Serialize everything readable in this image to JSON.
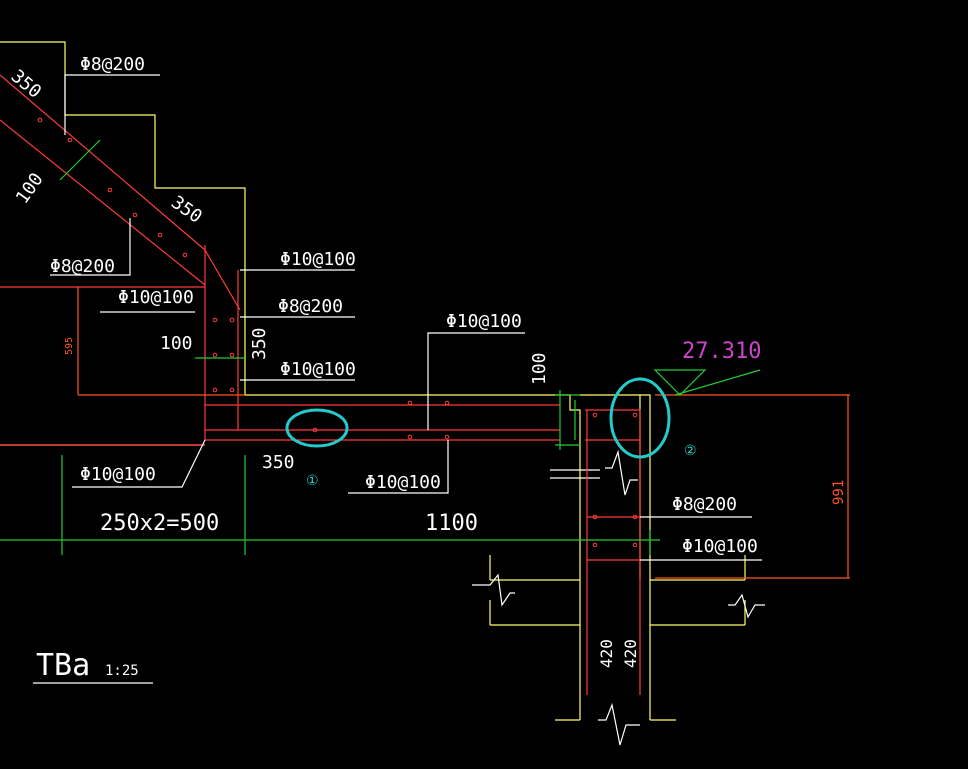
{
  "colors": {
    "background": "#000000",
    "outline": "#ffff66",
    "rebar": "#ff3b3b",
    "dimension": "#22cc33",
    "leader": "#ffffff",
    "label": "#ffffff",
    "elevation": "#cc44cc",
    "highlight": "#22cccc",
    "dim_orange": "#ff5522"
  },
  "labels": {
    "rebar_top_left": "Φ8@200",
    "dim_350_top": "350",
    "dim_100_left": "100",
    "dim_350_slope": "350",
    "rebar_mid_left": "Φ8@200",
    "rebar_a": "Φ10@100",
    "rebar_b": "Φ10@100",
    "rebar_c": "Φ8@200",
    "rebar_d": "Φ10@100",
    "dim_100_mid": "100",
    "dim_350_vert": "350",
    "dim_595": "595",
    "rebar_e": "Φ10@100",
    "dim_100_right": "100",
    "elevation": "27.310",
    "rebar_f": "Φ10@100",
    "dim_350_bottom": "350",
    "rebar_g": "Φ10@100",
    "dim_250x2": "250x2=500",
    "dim_1100": "1100",
    "rebar_h": "Φ8@200",
    "rebar_i": "Φ10@100",
    "dim_991": "991",
    "dim_420a": "420",
    "dim_420b": "420",
    "marker_1": "①",
    "marker_2": "②",
    "drawing_title": "TBa",
    "scale": "1:25"
  }
}
